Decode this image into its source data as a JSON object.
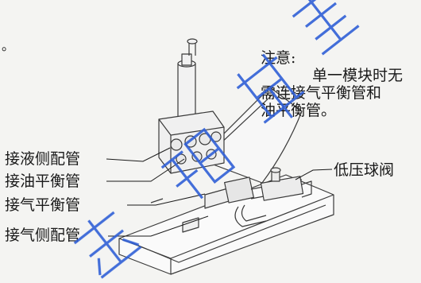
{
  "labels": {
    "liquid_pipe": "接液侧配管",
    "oil_balance": "接油平衡管",
    "gas_balance": "接气平衡管",
    "gas_pipe": "接气侧配管",
    "low_pressure_valve": "低压球阀"
  },
  "note": {
    "title": "注意:",
    "line1": "单一模块时无",
    "line2": "需连接气平衡管和",
    "line3": "油平衡管。"
  },
  "top_mark": "。",
  "watermark": {
    "text": "蓝领星球",
    "color": "#2f5fd6"
  }
}
